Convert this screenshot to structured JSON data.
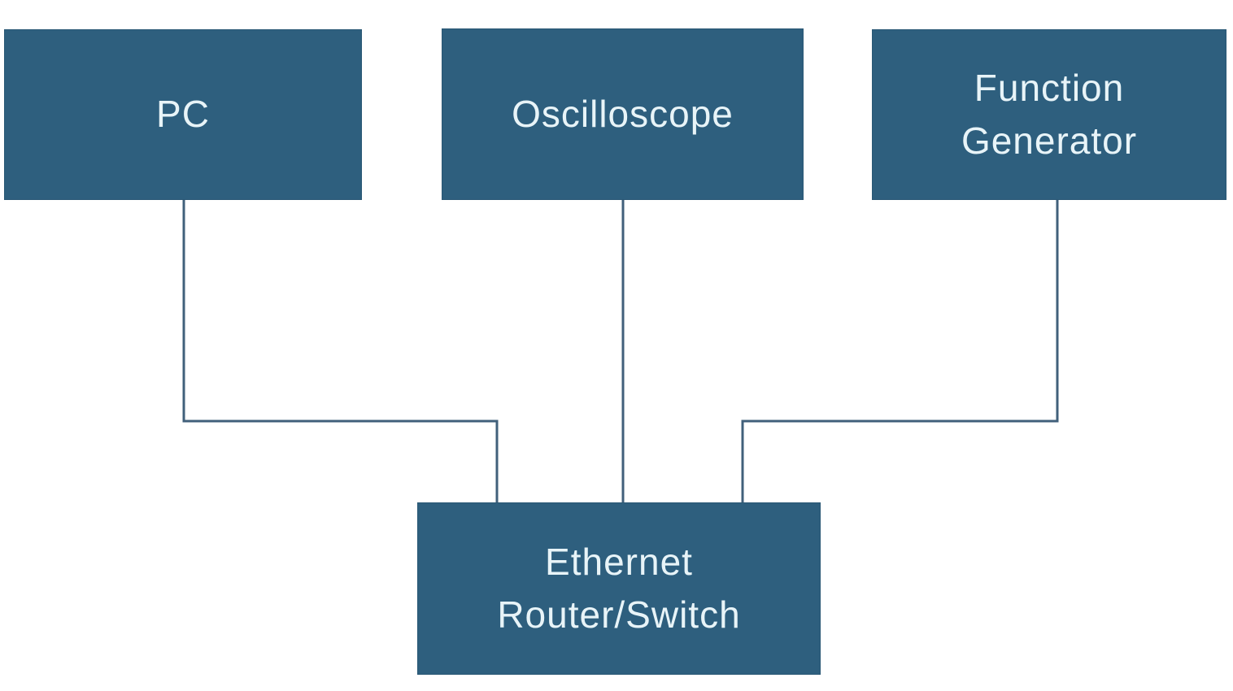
{
  "diagram": {
    "type": "network-topology",
    "colors": {
      "background": "#ffffff",
      "node_fill": "#2e5f7e",
      "node_border": "#2a5875",
      "node_text": "#e8f4f8",
      "connector": "#41607b"
    },
    "nodes": {
      "pc": {
        "label": "PC"
      },
      "oscilloscope": {
        "label": "Oscilloscope"
      },
      "function_generator": {
        "label": "Function\nGenerator"
      },
      "router": {
        "label": "Ethernet\nRouter/Switch"
      }
    },
    "connections": [
      {
        "from": "PC",
        "to": "Ethernet Router/Switch"
      },
      {
        "from": "Oscilloscope",
        "to": "Ethernet Router/Switch"
      },
      {
        "from": "Function Generator",
        "to": "Ethernet Router/Switch"
      }
    ]
  }
}
